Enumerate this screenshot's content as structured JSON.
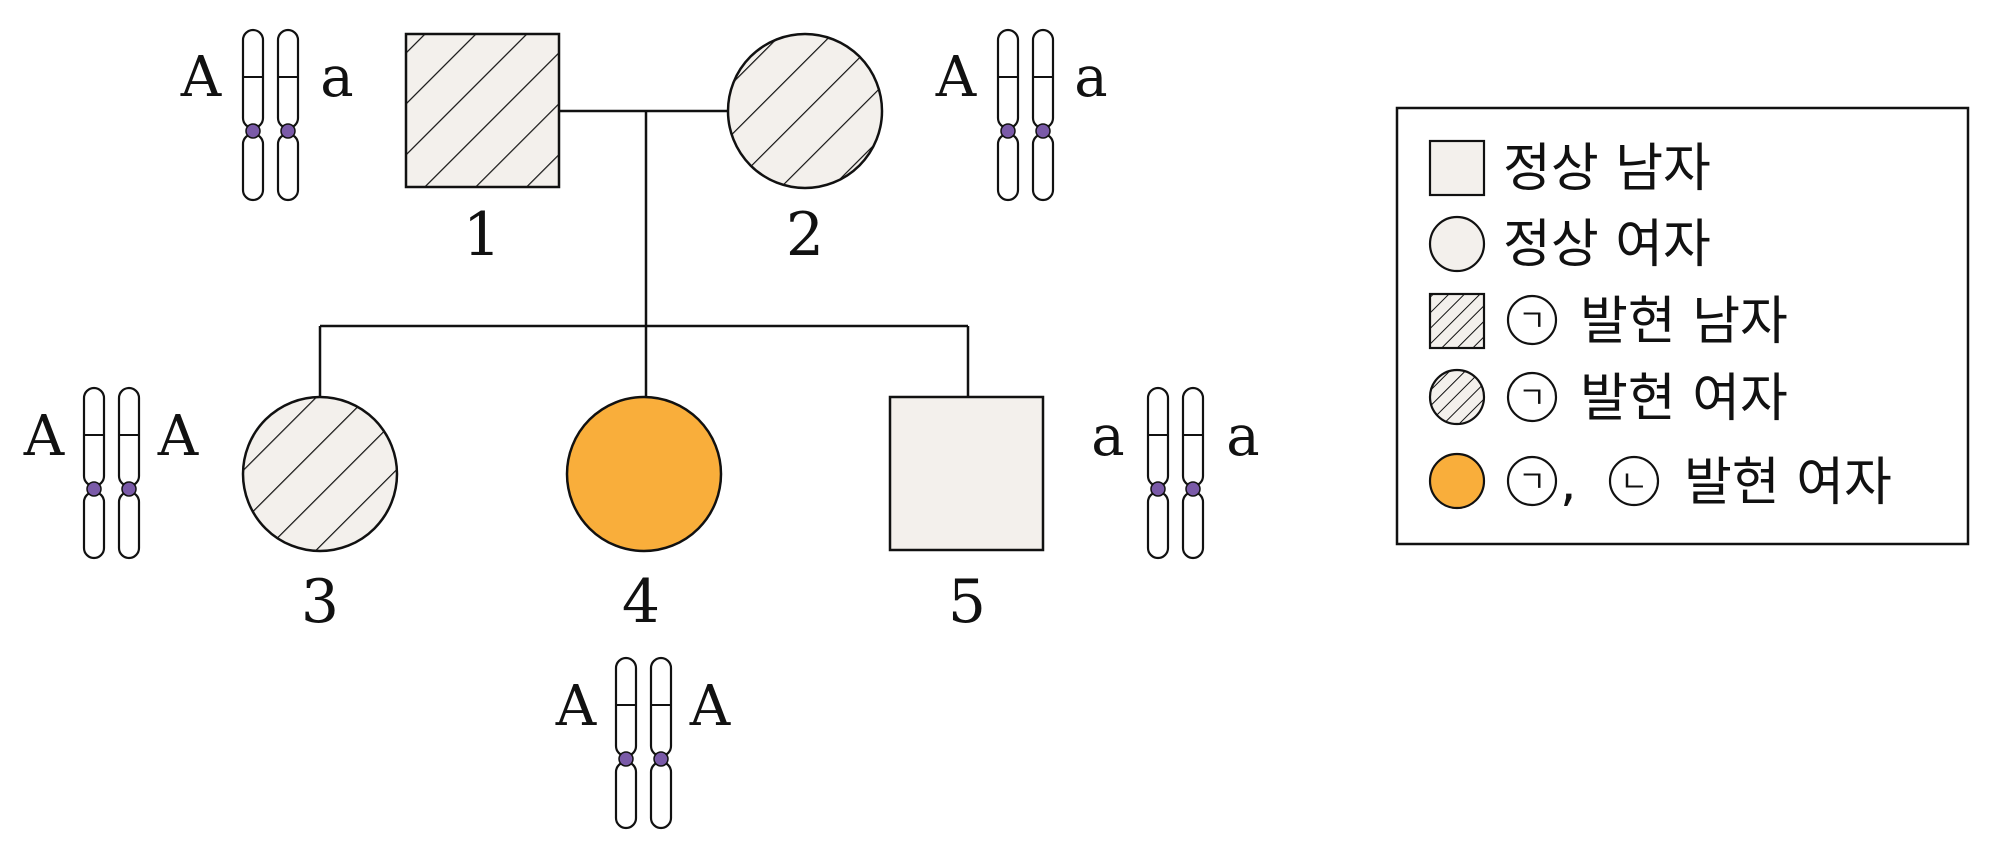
{
  "pedigree": {
    "individuals": [
      {
        "id": "1",
        "label": "1",
        "sex": "male",
        "phenotype": "hatched",
        "alleles": [
          "A",
          "a"
        ]
      },
      {
        "id": "2",
        "label": "2",
        "sex": "female",
        "phenotype": "hatched",
        "alleles": [
          "A",
          "a"
        ]
      },
      {
        "id": "3",
        "label": "3",
        "sex": "female",
        "phenotype": "hatched",
        "alleles": [
          "A",
          "A"
        ]
      },
      {
        "id": "4",
        "label": "4",
        "sex": "female",
        "phenotype": "filled",
        "alleles": [
          "A",
          "A"
        ]
      },
      {
        "id": "5",
        "label": "5",
        "sex": "male",
        "phenotype": "normal",
        "alleles": [
          "a",
          "a"
        ]
      }
    ]
  },
  "legend": {
    "items": [
      {
        "symbol": "square-plain",
        "text": "정상 남자"
      },
      {
        "symbol": "circle-plain",
        "text": "정상 여자"
      },
      {
        "symbol": "square-hatched",
        "marks": [
          "ㄱ"
        ],
        "text": "발현 남자"
      },
      {
        "symbol": "circle-hatched",
        "marks": [
          "ㄱ"
        ],
        "text": "발현 여자"
      },
      {
        "symbol": "circle-filled",
        "marks": [
          "ㄱ",
          "ㄴ"
        ],
        "separator": ",",
        "text": "발현 여자"
      }
    ]
  },
  "colors": {
    "normal_fill": "#f3f0ec",
    "affected_both_fill": "#f9ae3b",
    "centromere": "#7a5aa8",
    "stroke": "#111111"
  }
}
